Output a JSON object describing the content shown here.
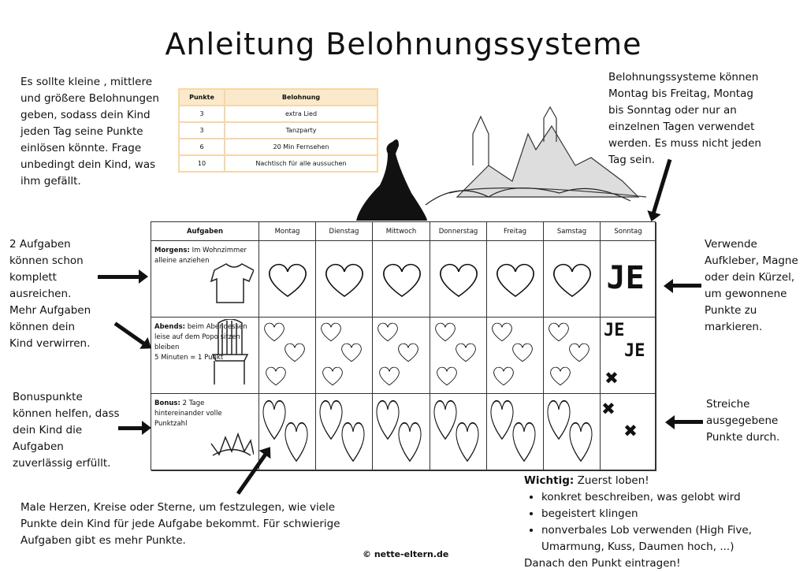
{
  "title": "Anleitung Belohnungssysteme",
  "notes": {
    "top_left": "Es sollte kleine , mittlere und größere Belohnungen geben, sodass dein Kind jeden Tag seine Punkte einlösen könnte. Frage unbedingt dein Kind, was ihm gefällt.",
    "top_right": "Belohnungssysteme können Montag bis Freitag, Montag bis Sonntag oder nur an einzelnen Tagen verwendet werden. Es muss nicht jeden Tag sein.",
    "left_1": "2 Aufgaben können schon komplett ausreichen. Mehr Aufgaben können dein Kind verwirren.",
    "left_2": "Bonuspunkte können helfen, dass dein Kind die Aufgaben zuverlässig erfüllt.",
    "right_1": "Verwende Aufkleber, Magne oder dein Kürzel, um gewonnene Punkte zu markieren.",
    "right_2": "Streiche ausgegebene Punkte durch.",
    "bottom": "Male Herzen, Kreise oder Sterne, um festzulegen, wie viele Punkte dein Kind für jede Aufgabe bekommt. Für schwierige Aufgaben gibt es mehr Punkte."
  },
  "reward_table": {
    "headers": [
      "Punkte",
      "Belohnung"
    ],
    "rows": [
      [
        "3",
        "extra Lied"
      ],
      [
        "3",
        "Tanzparty"
      ],
      [
        "6",
        "20 Min Fernsehen"
      ],
      [
        "10",
        "Nachtisch für alle aussuchen"
      ]
    ]
  },
  "plan": {
    "headers": [
      "Aufgaben",
      "Montag",
      "Dienstag",
      "Mittwoch",
      "Donnerstag",
      "Freitag",
      "Samstag",
      "Sonntag"
    ],
    "tasks": [
      {
        "label": "Morgens:",
        "text": "Im Wohnzimmer alleine anziehen",
        "points": 1
      },
      {
        "label": "Abends:",
        "text": "beim Abendessen leise auf dem Popo sitzen bleiben",
        "extra": "5 Minuten = 1 Punkt",
        "points": 3
      },
      {
        "label": "Bonus:",
        "text": " 2 Tage hintereinander volle Punktzahl",
        "points": 2
      }
    ],
    "sunday_marks": [
      [
        "JE"
      ],
      [
        "JE",
        "JE",
        "X"
      ],
      [
        "X",
        "X"
      ]
    ]
  },
  "wichtig": {
    "label": "Wichtig:",
    "text": " Zuerst loben!",
    "items": [
      "konkret beschreiben, was gelobt wird",
      "begeistert klingen",
      "nonverbales Lob verwenden (High Five, Umarmung, Kuss, Daumen hoch, ...)"
    ],
    "after": "Danach den Punkt eintragen!"
  },
  "footer": "© nette-eltern.de"
}
